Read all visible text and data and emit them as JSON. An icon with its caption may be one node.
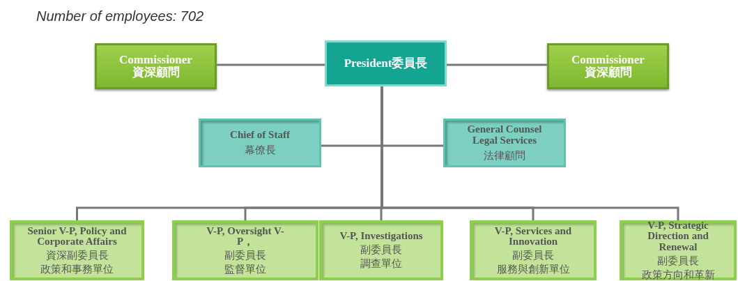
{
  "diagram": {
    "title": "Number of employees: 702",
    "nodes": [
      {
        "text": [
          "President委員長"
        ]
      },
      {
        "text": [
          "Commissioner",
          "資深顧問"
        ]
      },
      {
        "text": [
          "Commissioner",
          "資深顧問"
        ]
      },
      {
        "text": [
          "Chief of Staff",
          "幕僚長"
        ]
      },
      {
        "text": [
          "General Counsel Legal Services",
          "法律顧問"
        ]
      },
      {
        "text": [
          "Senior V-P, Policy and Corporate Affairs",
          "資深副委員長",
          "政策和事務單位"
        ]
      },
      {
        "text": [
          "V-P, Oversight V-P，",
          "副委員長",
          "監督單位"
        ]
      },
      {
        "text": [
          "V-P, Investigations",
          "副委員長",
          "調查單位"
        ]
      },
      {
        "text": [
          "V-P, Services and Innovation",
          "副委員長",
          "服務與創新單位"
        ]
      },
      {
        "text": [
          "V-P, Strategic Direction and Renewal",
          "副委員長",
          "政策方向和革新"
        ]
      }
    ],
    "edges": [
      {
        "from": 1,
        "to": 0,
        "arrow": "none"
      },
      {
        "from": 0,
        "to": 2,
        "arrow": "none"
      },
      {
        "from": 0,
        "to": 3,
        "arrow": "none"
      },
      {
        "from": 0,
        "to": 4,
        "arrow": "none"
      },
      {
        "from": 0,
        "to": 5,
        "arrow": "none"
      },
      {
        "from": 0,
        "to": 6,
        "arrow": "none"
      },
      {
        "from": 0,
        "to": 7,
        "arrow": "none"
      },
      {
        "from": 0,
        "to": 8,
        "arrow": "none"
      },
      {
        "from": 0,
        "to": 9,
        "arrow": "none"
      }
    ]
  }
}
